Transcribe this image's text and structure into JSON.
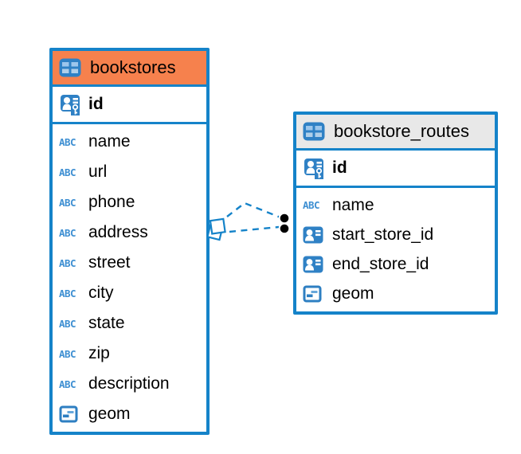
{
  "diagram": {
    "type_label_text": "ABC",
    "colors": {
      "table_border": "#1583C9",
      "bookstores_header": "#F6814D",
      "bookstore_routes_header": "#E8E8E8",
      "icon_blue": "#2F81C5",
      "relationship_line": "#1583C9",
      "relationship_dot": "#000000"
    },
    "tables": [
      {
        "title": "bookstores",
        "primary_key": "id",
        "columns": [
          "name",
          "url",
          "phone",
          "address",
          "street",
          "city",
          "state",
          "zip",
          "description",
          "geom"
        ],
        "column_types": [
          "text",
          "text",
          "text",
          "text",
          "text",
          "text",
          "text",
          "text",
          "text",
          "geometry"
        ]
      },
      {
        "title": "bookstore_routes",
        "primary_key": "id",
        "columns": [
          "name",
          "start_store_id",
          "end_store_id",
          "geom"
        ],
        "column_types": [
          "text",
          "foreign-key",
          "foreign-key",
          "geometry"
        ]
      }
    ],
    "relationships": [
      {
        "from_table": "bookstores",
        "to_table": "bookstore_routes",
        "line_style": "dashed"
      },
      {
        "from_table": "bookstores",
        "to_table": "bookstore_routes",
        "line_style": "dashed"
      }
    ]
  }
}
